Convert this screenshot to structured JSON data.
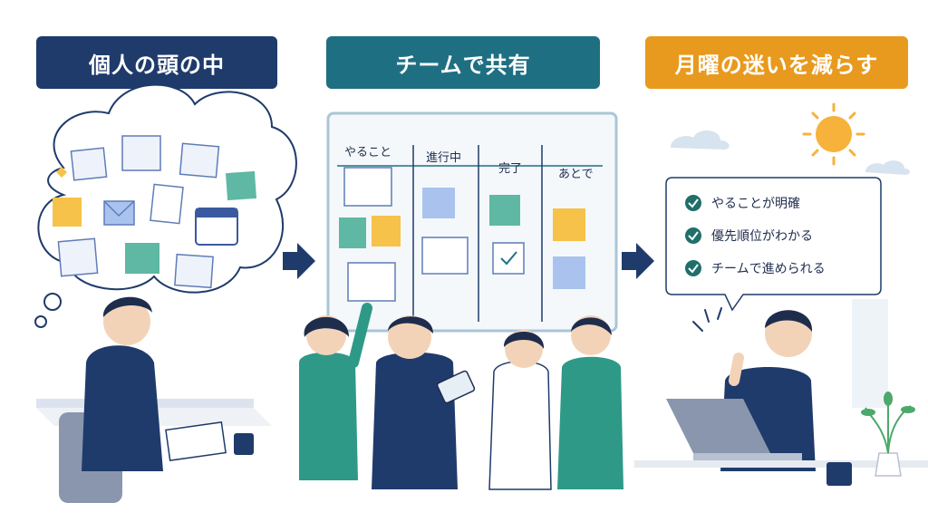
{
  "banners": {
    "left": {
      "label": "個人の頭の中",
      "color": "#1f3b6b"
    },
    "middle": {
      "label": "チームで共有",
      "color": "#1f6f82"
    },
    "right": {
      "label": "月曜の迷いを減らす",
      "color": "#e89a1e"
    }
  },
  "board": {
    "columns": [
      "やること",
      "進行中",
      "完了",
      "あとで"
    ]
  },
  "benefits": {
    "items": [
      "やることが明確",
      "優先順位がわかる",
      "チームで進められる"
    ]
  },
  "colors": {
    "navy": "#1f3b6b",
    "teal": "#1f6f82",
    "orange": "#e89a1e",
    "note_yellow": "#f6c24a",
    "note_green": "#5fb8a3",
    "note_blue": "#a9c3ee",
    "check_green": "#1f6f6a"
  }
}
